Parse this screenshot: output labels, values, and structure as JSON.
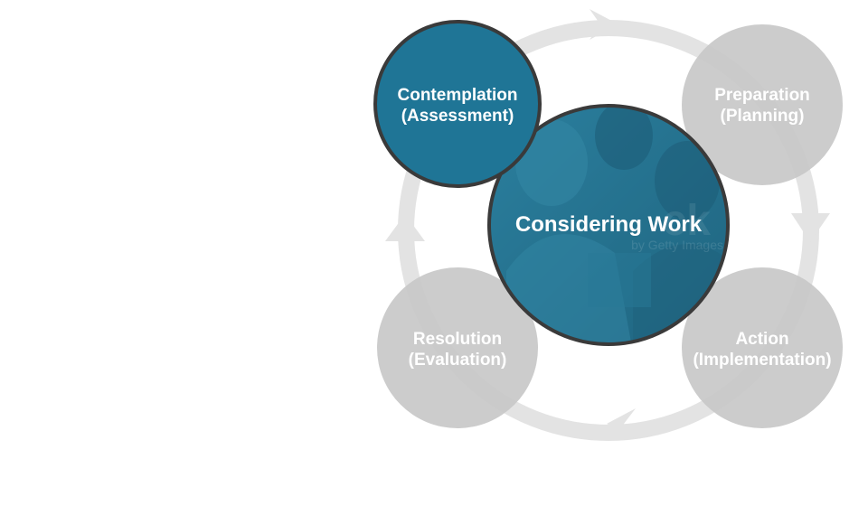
{
  "diagram": {
    "center": {
      "label": "Considering Work",
      "watermark_line1": "ck",
      "watermark_line2": "by Getty Images"
    },
    "stages": [
      {
        "line1": "Contemplation",
        "line2": "(Assessment)",
        "active": true
      },
      {
        "line1": "Preparation",
        "line2": "(Planning)",
        "active": false
      },
      {
        "line1": "Action",
        "line2": "(Implementation)",
        "active": false
      },
      {
        "line1": "Resolution",
        "line2": "(Evaluation)",
        "active": false
      }
    ]
  },
  "colors": {
    "active_fill": "#1f7596",
    "center_fill": "#246f8c",
    "inactive_fill": "#c8c8c8",
    "ring": "#e3e3e3",
    "outline": "#3a3a3a"
  }
}
